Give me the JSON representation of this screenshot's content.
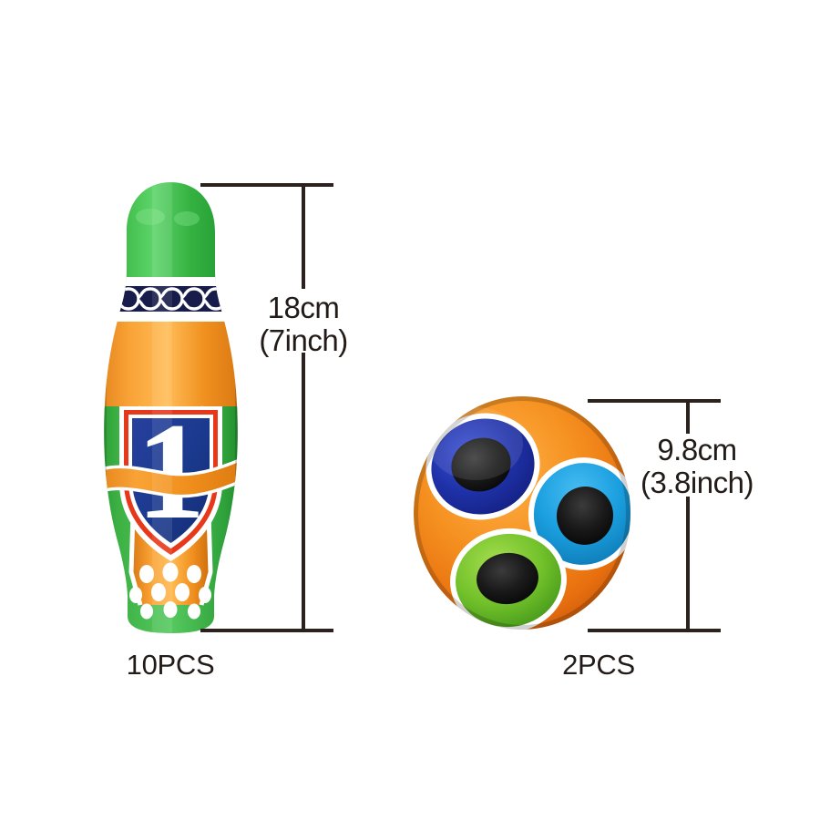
{
  "background_color": "#ffffff",
  "annotation_color": "#2b221e",
  "products": [
    {
      "id": "bowling-pin",
      "name": "bowling pin",
      "badge_number": "1",
      "quantity_label": "10PCS",
      "dimension": {
        "metric": "18cm",
        "imperial": "(7inch)"
      },
      "colors": {
        "head": "#2fae3e",
        "neck": "#f59322",
        "body_side": "#3cb043",
        "body_center": "#f59322",
        "band_dark": "#1b2050",
        "band_light": "#ffffff",
        "shield_fill": "#1b3a8f",
        "shield_outline_red": "#e23б20",
        "sash": "#f2941f",
        "dots": "#ffffff"
      }
    },
    {
      "id": "bowling-ball",
      "name": "bowling ball",
      "quantity_label": "2PCS",
      "dimension": {
        "metric": "9.8cm",
        "imperial": "(3.8inch)"
      },
      "colors": {
        "base": "#f08a1e",
        "circle_navy": "#1f31a8",
        "circle_cyan": "#1a9ede",
        "circle_green": "#73c22b",
        "ring": "#ffffff",
        "hole": "#141414"
      }
    }
  ]
}
